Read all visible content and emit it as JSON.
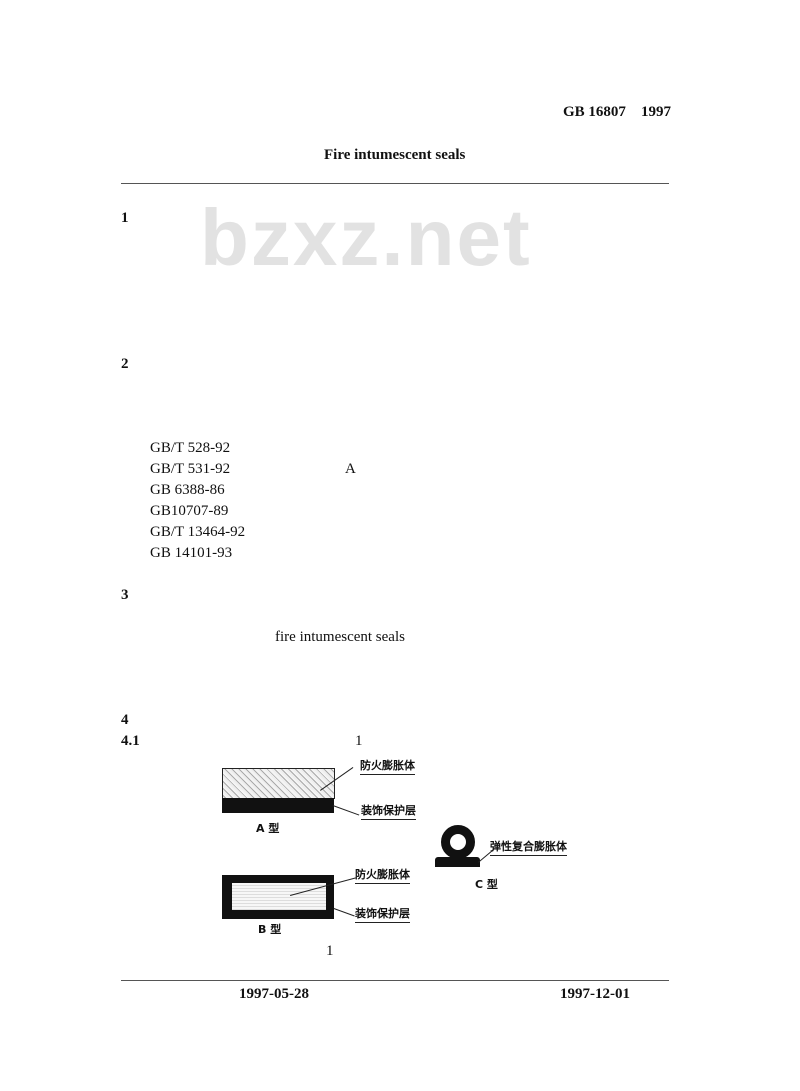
{
  "header": {
    "standard_no": "GB 16807",
    "year": "1997",
    "title": "Fire intumescent seals",
    "watermark": "bzxz.net"
  },
  "sections": [
    {
      "num": "1"
    },
    {
      "num": "2",
      "refs": [
        "GB/T 528-92",
        "GB/T 531-92",
        "GB 6388-86",
        "GB10707-89",
        "GB/T 13464-92",
        "GB 14101-93"
      ],
      "ref_note": "A"
    },
    {
      "num": "3",
      "term": "fire intumescent seals"
    },
    {
      "num": "4"
    },
    {
      "num": "4.1",
      "figure_ref": "1"
    }
  ],
  "figure": {
    "a_label_top": "防火膨胀体",
    "a_label_bottom": "装饰保护层",
    "a_caption": "A 型",
    "b_label_top": "防火膨胀体",
    "b_label_bottom": "装饰保护层",
    "b_caption": "B 型",
    "c_label": "弹性复合膨胀体",
    "c_caption": "C 型",
    "caption": "1"
  },
  "footer": {
    "issue_date": "1997-05-28",
    "effective_date": "1997-12-01"
  }
}
